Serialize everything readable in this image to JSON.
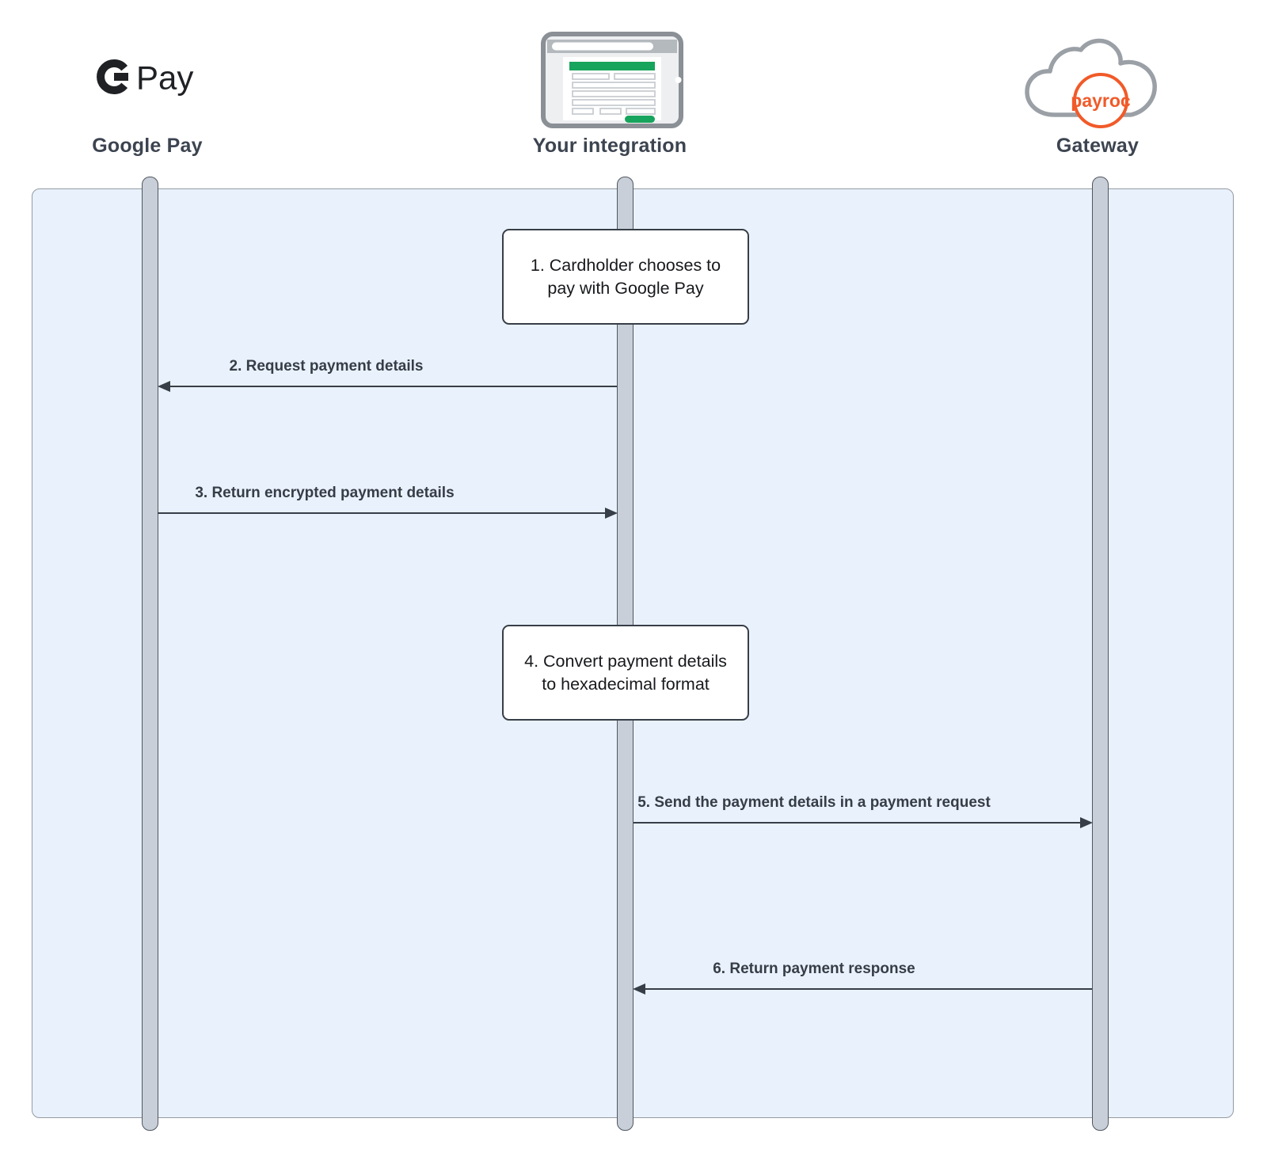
{
  "header": {
    "actors": [
      {
        "id": "google-pay",
        "label": "Google Pay",
        "logo": {
          "type": "gpay-logo",
          "pay_text": "Pay"
        }
      },
      {
        "id": "integration",
        "label": "Your integration",
        "logo": {
          "type": "browser-form"
        }
      },
      {
        "id": "gateway",
        "label": "Gateway",
        "logo": {
          "type": "payroc-cloud",
          "text": "payroc"
        }
      }
    ]
  },
  "diagram": {
    "steps": [
      {
        "num": 1,
        "actor": "integration",
        "text": "1. Cardholder chooses to pay with Google Pay"
      },
      {
        "num": 4,
        "actor": "integration",
        "text": "4. Convert payment details to hexadecimal format"
      }
    ],
    "messages": [
      {
        "num": 2,
        "label": "2. Request payment details",
        "from": "integration",
        "to": "google-pay",
        "direction": "left"
      },
      {
        "num": 3,
        "label": "3. Return encrypted payment details",
        "from": "google-pay",
        "to": "integration",
        "direction": "right"
      },
      {
        "num": 5,
        "label": "5. Send the payment details in a payment request",
        "from": "integration",
        "to": "gateway",
        "direction": "right"
      },
      {
        "num": 6,
        "label": "6. Return payment response",
        "from": "gateway",
        "to": "integration",
        "direction": "left"
      }
    ],
    "colors": {
      "panel_fill": "#E9F1FC",
      "lifeline_fill": "#C9CFD8",
      "line_dark": "#383E47",
      "label_slate": "#3C4450",
      "accent_green": "#17A45C",
      "payroc_orange": "#F15A29",
      "gpay_black": "#1F2125",
      "icon_gray": "#9AA0A6"
    }
  }
}
